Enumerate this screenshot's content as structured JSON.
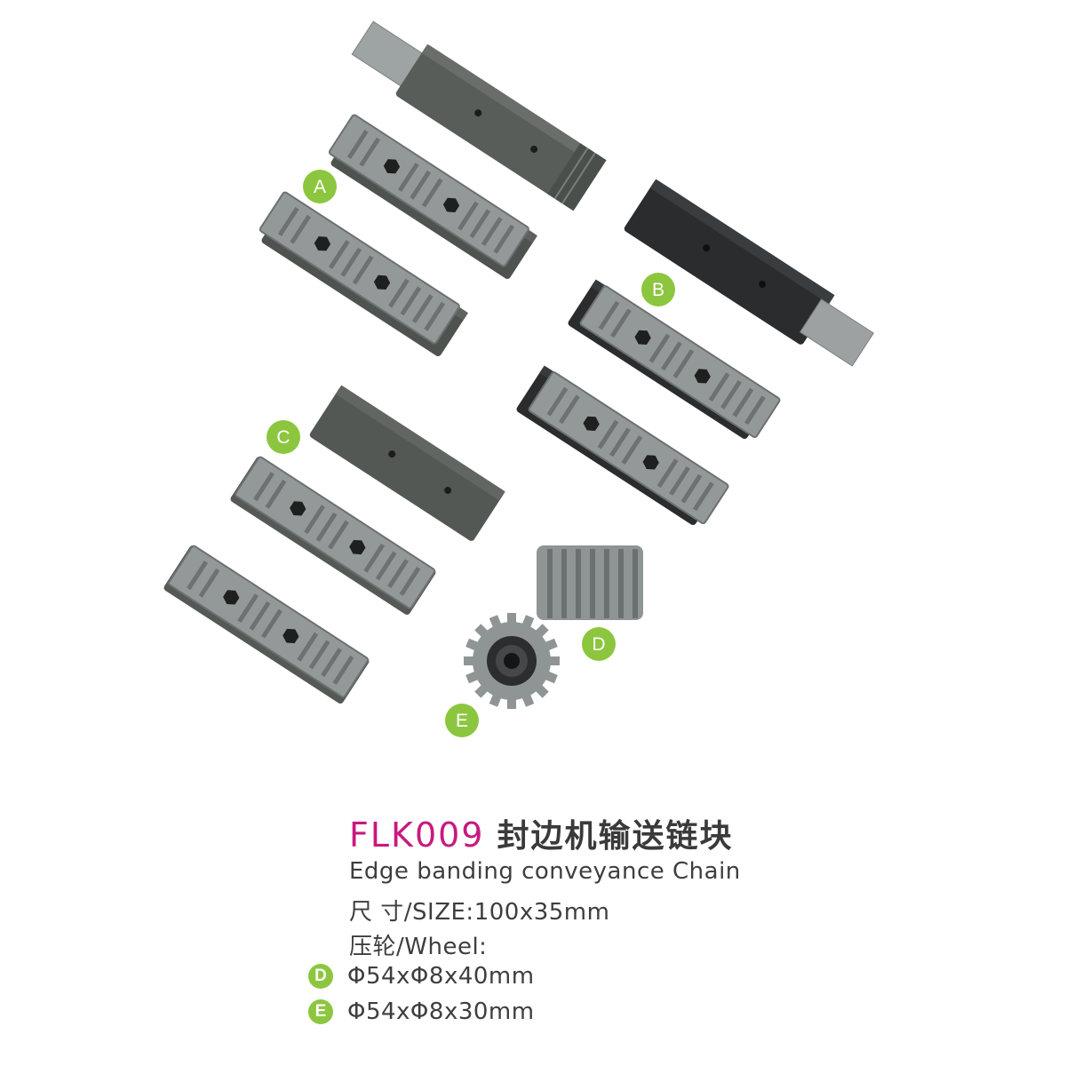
{
  "colors": {
    "badge": "#8cc63f",
    "model": "#c8197f",
    "text": "#3e3e3e",
    "dark_block": "#2f3133",
    "grey_block": "#555955",
    "pad": "#8f9594"
  },
  "labels": {
    "a": "A",
    "b": "B",
    "c": "C",
    "d": "D",
    "e": "E"
  },
  "product": {
    "model": "FLK009",
    "name_cn": "封边机输送链块",
    "name_en": "Edge banding conveyance Chain",
    "size": "尺 寸/SIZE:100x35mm",
    "wheel_label": "压轮/Wheel:",
    "wheel_d": "Φ54xΦ8x40mm",
    "wheel_e": "Φ54xΦ8x30mm"
  }
}
